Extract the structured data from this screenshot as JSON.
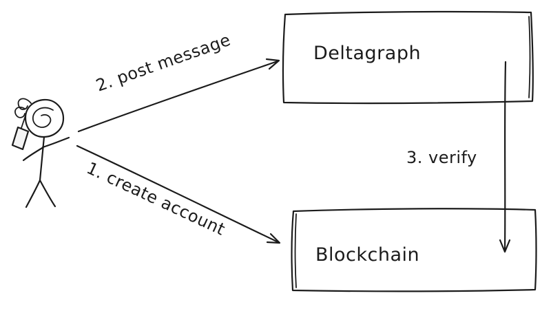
{
  "diagram": {
    "nodes": [
      {
        "id": "deltagraph",
        "label": "Deltagraph"
      },
      {
        "id": "blockchain",
        "label": "Blockchain"
      }
    ],
    "edges": [
      {
        "id": "post-message",
        "label": "2. post message",
        "from": "user",
        "to": "deltagraph"
      },
      {
        "id": "create-account",
        "label": "1. create account",
        "from": "user",
        "to": "blockchain"
      },
      {
        "id": "verify",
        "label": "3. verify",
        "from": "deltagraph",
        "to": "blockchain"
      }
    ],
    "actor": {
      "id": "user"
    },
    "colors": {
      "stroke": "#1b1b1b",
      "background": "#ffffff"
    }
  }
}
